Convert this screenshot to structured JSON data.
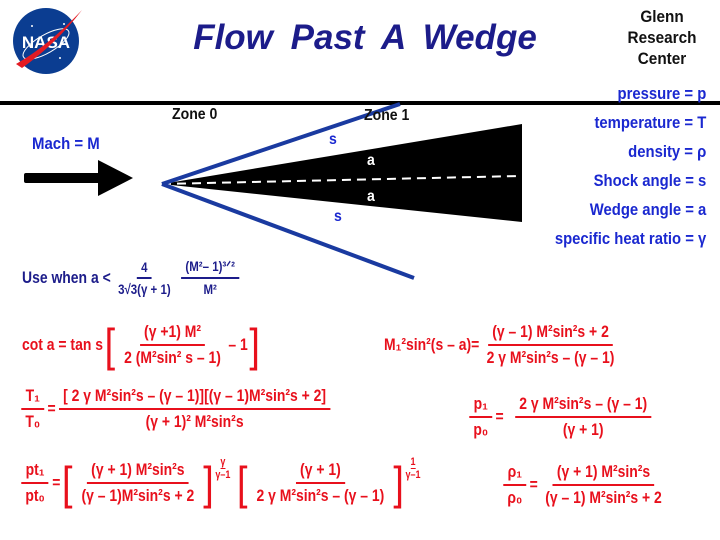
{
  "header": {
    "logo_text": "NASA",
    "title": "Flow  Past  A  Wedge",
    "org_lines": [
      "Glenn",
      "Research",
      "Center"
    ]
  },
  "diagram": {
    "zone0": "Zone 0",
    "zone1": "Zone 1",
    "mach": "Mach = M",
    "shock_upper": "s",
    "shock_lower": "s",
    "wedge_upper": "a",
    "wedge_lower": "a",
    "colors": {
      "shock": "#1a3aa0",
      "wedge": "#000000",
      "formula": "#e8101c",
      "label": "#1a28d0"
    }
  },
  "variables": [
    "pressure = p",
    "temperature = T",
    "density = ρ",
    "Shock angle  = s",
    "Wedge  angle = a",
    "specific heat ratio =  γ"
  ],
  "condition": {
    "prefix": "Use  when  a <",
    "frac1_num": "4",
    "frac1_den": "3√3(γ + 1)",
    "frac2_num": "(M²– 1)³ᐟ²",
    "frac2_den": "M²"
  },
  "formulas": {
    "f1": {
      "lhs": "cot a = tan s",
      "open": "[",
      "num": "(γ +1) M²",
      "den": "2 (M²sin² s – 1)",
      "tail": "– 1",
      "close": "]"
    },
    "f2": {
      "lhs": "M₁²sin²(s – a)=",
      "num": "(γ – 1) M²sin²s  + 2",
      "den": "2 γ M²sin²s – (γ – 1)"
    },
    "f3": {
      "lhs_num": "T₁",
      "lhs_den": "T₀",
      "eq": "=",
      "num": "[ 2 γ M²sin²s – (γ – 1)][(γ – 1)M²sin²s  + 2]",
      "den": "(γ + 1)² M²sin²s"
    },
    "f4": {
      "lhs_num": "p₁",
      "lhs_den": "p₀",
      "eq": "=",
      "num": "2 γ M²sin²s – (γ – 1)",
      "den": "(γ + 1)"
    },
    "f5": {
      "lhs_num": "pt₁",
      "lhs_den": "pt₀",
      "eq": "=",
      "open1": "[",
      "num1": "(γ + 1)  M²sin²s",
      "den1": "(γ – 1)M²sin²s + 2",
      "close1": "]",
      "exp1_num": "γ",
      "exp1_den": "γ–1",
      "open2": "[",
      "num2": "(γ + 1)",
      "den2": "2 γ M²sin²s – (γ – 1)",
      "close2": "]",
      "exp2_num": "1",
      "exp2_den": "γ–1"
    },
    "f6": {
      "lhs_num": "ρ₁",
      "lhs_den": "ρ₀",
      "eq": "=",
      "num": "(γ + 1) M²sin²s",
      "den": "(γ – 1) M²sin²s  + 2"
    }
  }
}
